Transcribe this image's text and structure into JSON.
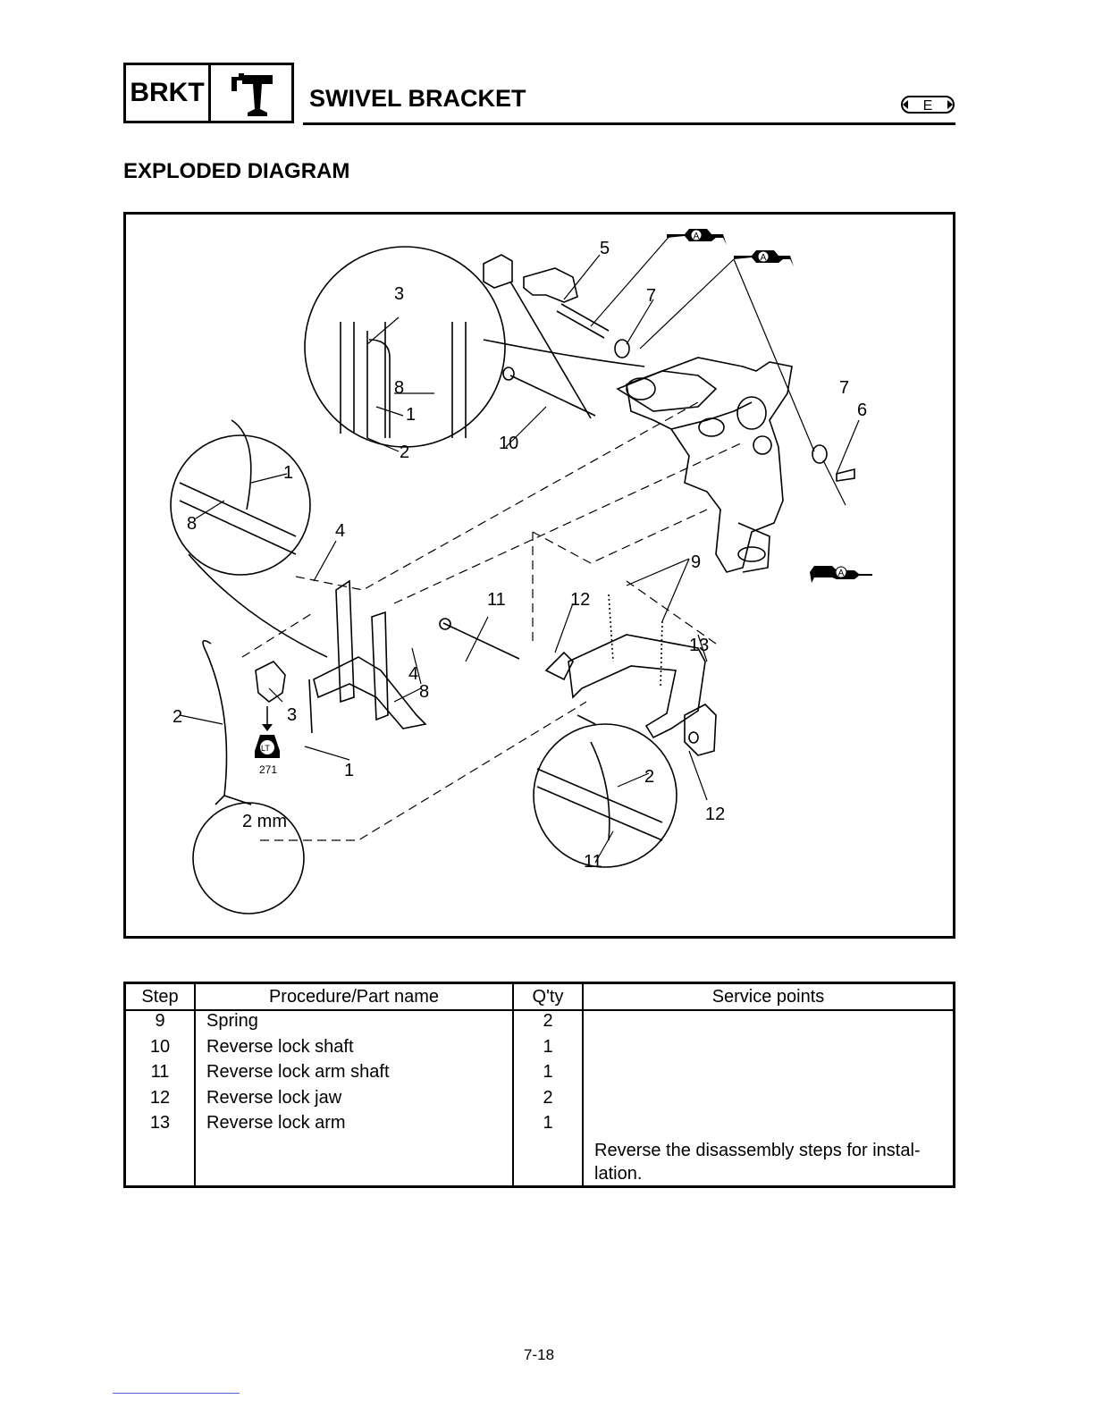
{
  "header": {
    "section_code": "BRKT",
    "section_title": "SWIVEL BRACKET",
    "language_badge": "E",
    "section_icon": "swivel-bracket-icon"
  },
  "subtitle": "EXPLODED DIAGRAM",
  "diagram": {
    "callouts": [
      "1",
      "1",
      "1",
      "2",
      "2",
      "2",
      "3",
      "3",
      "4",
      "4",
      "5",
      "6",
      "7",
      "7",
      "8",
      "8",
      "8",
      "9",
      "10",
      "11",
      "11",
      "12",
      "12",
      "13"
    ],
    "lt_label": "LT",
    "lt_value": "271",
    "clearance_label": "2 mm",
    "grease_label": "A"
  },
  "table": {
    "headers": [
      "Step",
      "Procedure/Part name",
      "Q'ty",
      "Service points"
    ],
    "rows": [
      {
        "step": "9",
        "name": "Spring",
        "qty": "2",
        "service": ""
      },
      {
        "step": "10",
        "name": "Reverse lock shaft",
        "qty": "1",
        "service": ""
      },
      {
        "step": "11",
        "name": "Reverse lock arm shaft",
        "qty": "1",
        "service": ""
      },
      {
        "step": "12",
        "name": "Reverse lock jaw",
        "qty": "2",
        "service": ""
      },
      {
        "step": "13",
        "name": "Reverse lock arm",
        "qty": "1",
        "service": ""
      }
    ],
    "note": "Reverse the disassembly steps for instal-\nlation."
  },
  "page_number": "7-18"
}
